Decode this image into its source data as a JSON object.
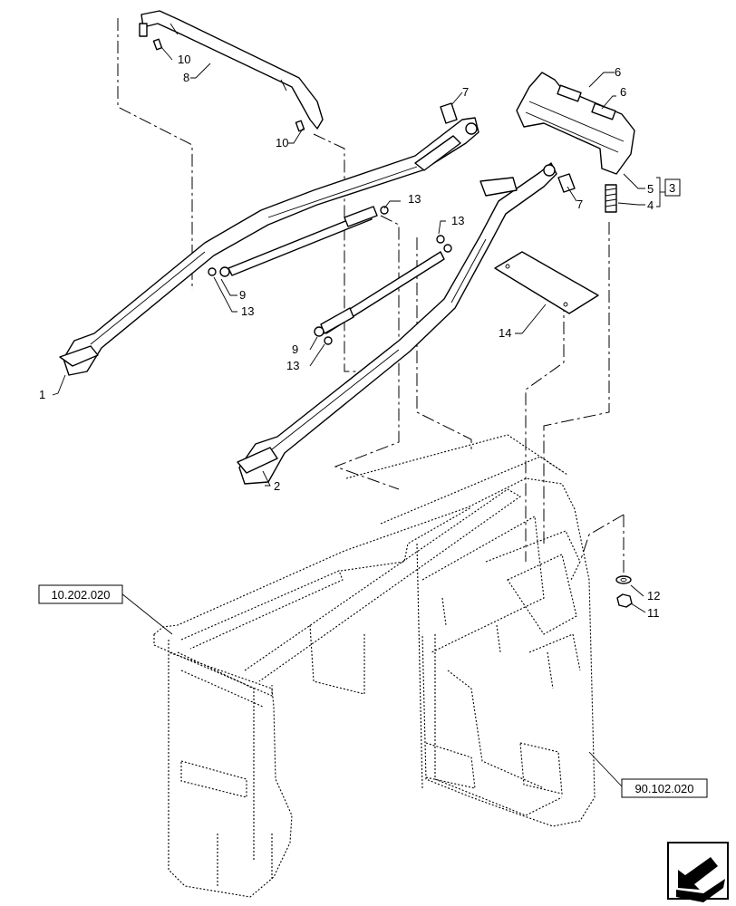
{
  "callouts": {
    "c1": "1",
    "c2": "2",
    "c3": "3",
    "c4": "4",
    "c5": "5",
    "c6a": "6",
    "c6b": "6",
    "c7a": "7",
    "c7b": "7",
    "c8": "8",
    "c9a": "9",
    "c9b": "9",
    "c10a": "10",
    "c10b": "10",
    "c11": "11",
    "c12": "12",
    "c13a": "13",
    "c13b": "13",
    "c13c": "13",
    "c13d": "13",
    "c14": "14"
  },
  "references": {
    "frame_left": "10.202.020",
    "frame_right": "90.102.020"
  },
  "icons": {
    "nav": "arrow-back-icon"
  }
}
